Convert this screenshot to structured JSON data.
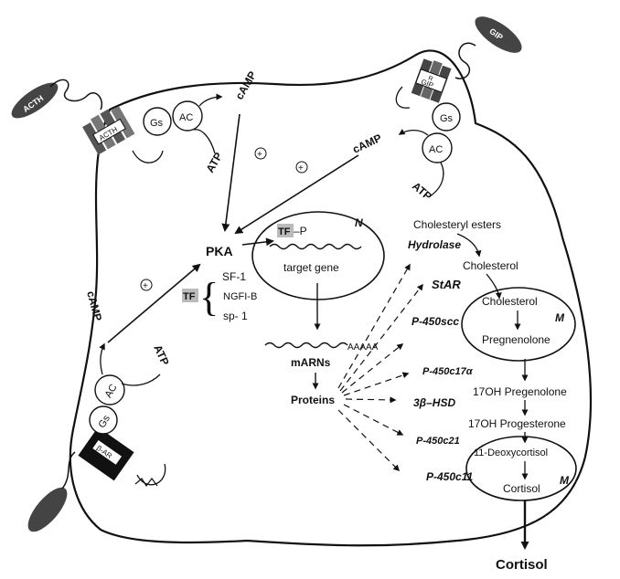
{
  "labels": {
    "acth_ligand": "ACTH",
    "acth_receptor": "ACTH",
    "gip_ligand": "GIP",
    "gip_receptor_r": "R",
    "gip_receptor": "GIP",
    "gs": "Gs",
    "ac": "AC",
    "camp": "cAMP",
    "atp": "ATP",
    "plus": "+",
    "pka": "PKA",
    "tf": "TF",
    "tf_p": "TF",
    "p": "–P",
    "nucleus": "N",
    "target_gene": "target gene",
    "sf1": "SF-1",
    "ngfib": "NGFI-B",
    "sp1": "sp- 1",
    "marns": "mARNs",
    "aaaaa": "AAAAA",
    "proteins": "Proteins",
    "beta_receptor": "β-AR",
    "cholesteryl_esters": "Cholesteryl esters",
    "hydrolase": "Hydrolase",
    "cholesterol_outer": "Cholesterol",
    "star": "StAR",
    "cholesterol_inner": "Cholesterol",
    "mito": "M",
    "p450scc": "P-450scc",
    "pregnenolone": "Pregnenolone",
    "p450c17a": "P-450c17α",
    "oh17_preg": "17OH Pregenolone",
    "hsd": "3β–HSD",
    "oh17_prog": "17OH Progesterone",
    "p450c21": "P-450c21",
    "deoxycortisol": "11-Deoxycortisol",
    "p450c11": "P-450c11",
    "cortisol_inner": "Cortisol",
    "cortisol_out": "Cortisol"
  }
}
